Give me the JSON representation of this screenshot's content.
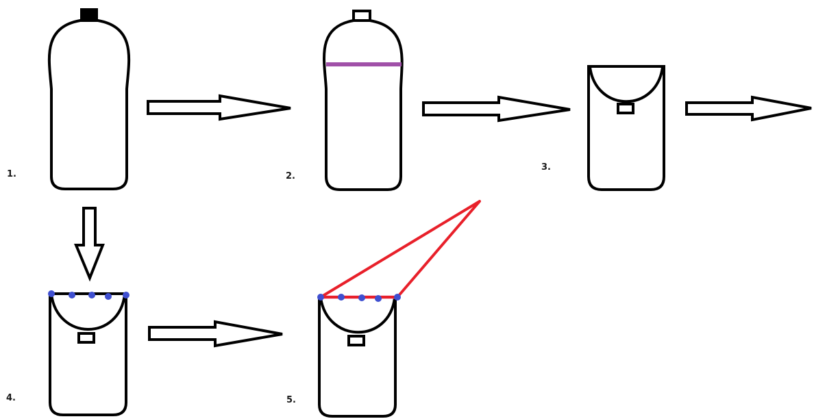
{
  "steps": [
    {
      "label": "1."
    },
    {
      "label": "2."
    },
    {
      "label": "3."
    },
    {
      "label": "4."
    },
    {
      "label": "5."
    }
  ],
  "colors": {
    "outline": "#000000",
    "cut_line": "#a050a8",
    "rim_dots": "#3f4fd0",
    "string": "#e8202a",
    "string_pink": "#f0a8c8"
  }
}
